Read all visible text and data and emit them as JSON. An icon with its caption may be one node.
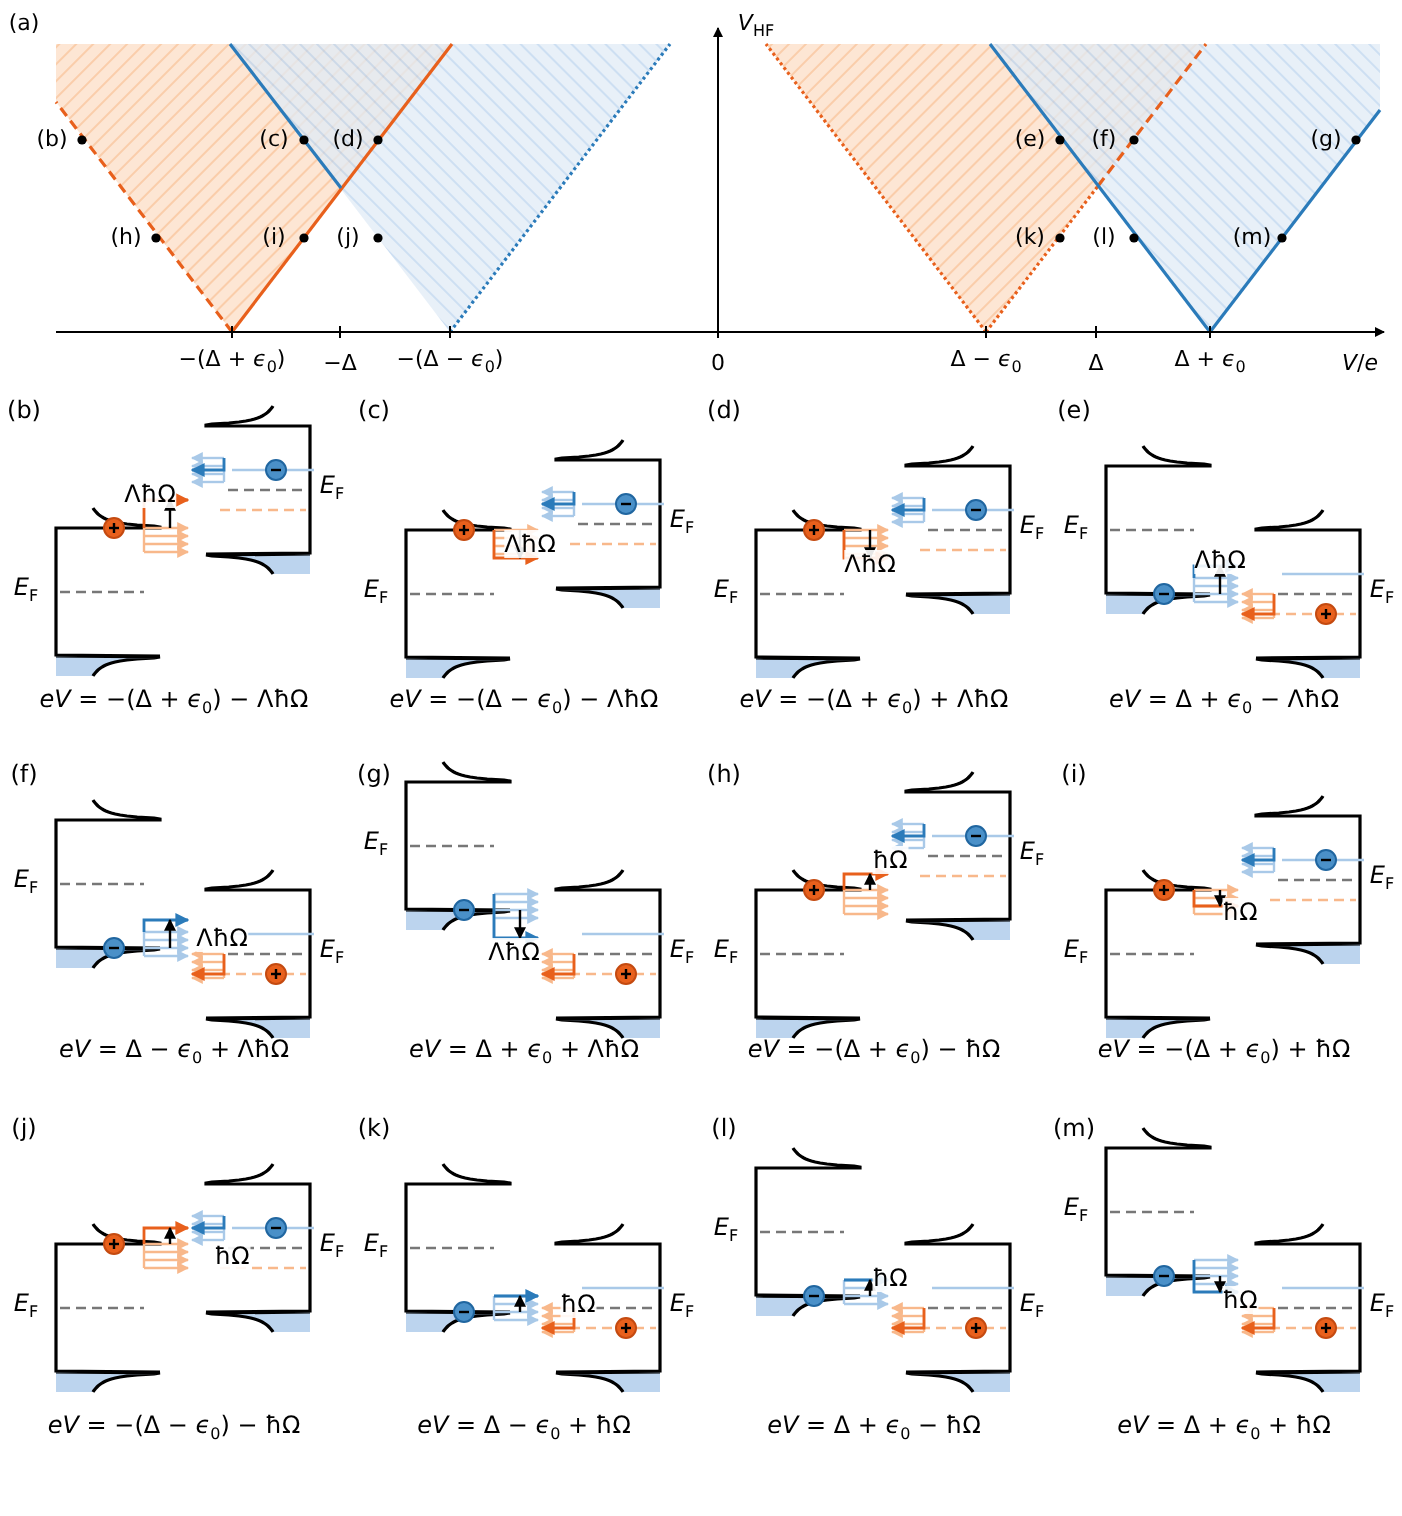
{
  "diagram": {
    "labels": [
      "(a)",
      "*V*$_{HF}$",
      "(b)",
      "(c)",
      "(d)",
      "(e)",
      "(f)",
      "(g)",
      "(h)",
      "(i)",
      "(j)",
      "(k)",
      "(l)",
      "(m)",
      "−(Δ + *ϵ*$_{0}$)",
      "−Δ",
      "−(Δ − *ϵ*$_{0}$)",
      "0",
      "Δ − *ϵ*$_{0}$",
      "Δ",
      "Δ + *ϵ*$_{0}$",
      "*V*/*e*",
      "(b)",
      "*E*$_{F}$",
      "*E*$_{F}$",
      "ΛħΩ",
      "*eV* = −(Δ + *ϵ*$_{0}$) − ΛħΩ",
      "(c)",
      "*E*$_{F}$",
      "*E*$_{F}$",
      "ΛħΩ",
      "*eV* = −(Δ − *ϵ*$_{0}$) − ΛħΩ",
      "(d)",
      "*E*$_{F}$",
      "*E*$_{F}$",
      "ΛħΩ",
      "*eV* = −(Δ + *ϵ*$_{0}$) + ΛħΩ",
      "(e)",
      "*E*$_{F}$",
      "*E*$_{F}$",
      "ΛħΩ",
      "*eV* = Δ + *ϵ*$_{0}$ − ΛħΩ",
      "(f)",
      "*E*$_{F}$",
      "*E*$_{F}$",
      "ΛħΩ",
      "*eV* = Δ − *ϵ*$_{0}$ + ΛħΩ",
      "(g)",
      "*E*$_{F}$",
      "*E*$_{F}$",
      "ΛħΩ",
      "*eV* = Δ + *ϵ*$_{0}$ + ΛħΩ",
      "(h)",
      "*E*$_{F}$",
      "*E*$_{F}$",
      "ħΩ",
      "*eV* = −(Δ + *ϵ*$_{0}$) − ħΩ",
      "(i)",
      "*E*$_{F}$",
      "*E*$_{F}$",
      "ħΩ",
      "*eV* = −(Δ + *ϵ*$_{0}$) + ħΩ",
      "(j)",
      "*E*$_{F}$",
      "*E*$_{F}$",
      "ħΩ",
      "*eV* = −(Δ − *ϵ*$_{0}$) − ħΩ",
      "(k)",
      "*E*$_{F}$",
      "*E*$_{F}$",
      "ħΩ",
      "*eV* = Δ − *ϵ*$_{0}$ + ħΩ",
      "(l)",
      "*E*$_{F}$",
      "*E*$_{F}$",
      "ħΩ",
      "*eV* = Δ + *ϵ*$_{0}$ − ħΩ",
      "(m)",
      "*E*$_{F}$",
      "*E*$_{F}$",
      "ħΩ",
      "*eV* = Δ + *ϵ*$_{0}$ + ħΩ"
    ]
  }
}
